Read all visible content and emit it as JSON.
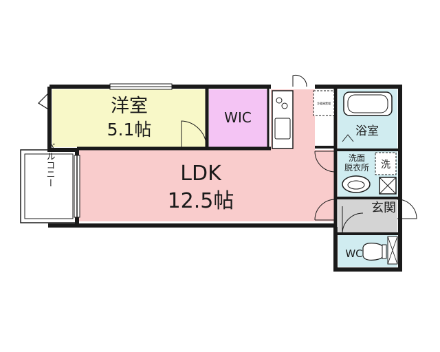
{
  "rooms": {
    "western": {
      "name": "洋室",
      "size": "5.1帖"
    },
    "wic": {
      "name": "WIC"
    },
    "ldk": {
      "name": "LDK",
      "size": "12.5帖"
    },
    "bath": {
      "name": "浴室"
    },
    "washroom": {
      "line1": "洗面",
      "line2": "脱衣所"
    },
    "washer": {
      "name": "洗"
    },
    "entrance": {
      "name": "玄関"
    },
    "toilet": {
      "name": "WC"
    },
    "balcony": {
      "name": "バルコニー"
    }
  },
  "fixtures": {
    "meter_note": "冷蔵庫置場"
  },
  "colors": {
    "western_fill": "#f8f8c8",
    "wic_fill": "#f4c4f4",
    "ldk_fill": "#f9cccc",
    "wet_fill": "#d0ecf0",
    "entrance_fill": "#d4d4d4",
    "wall": "#1a1a1a",
    "white": "#ffffff"
  }
}
